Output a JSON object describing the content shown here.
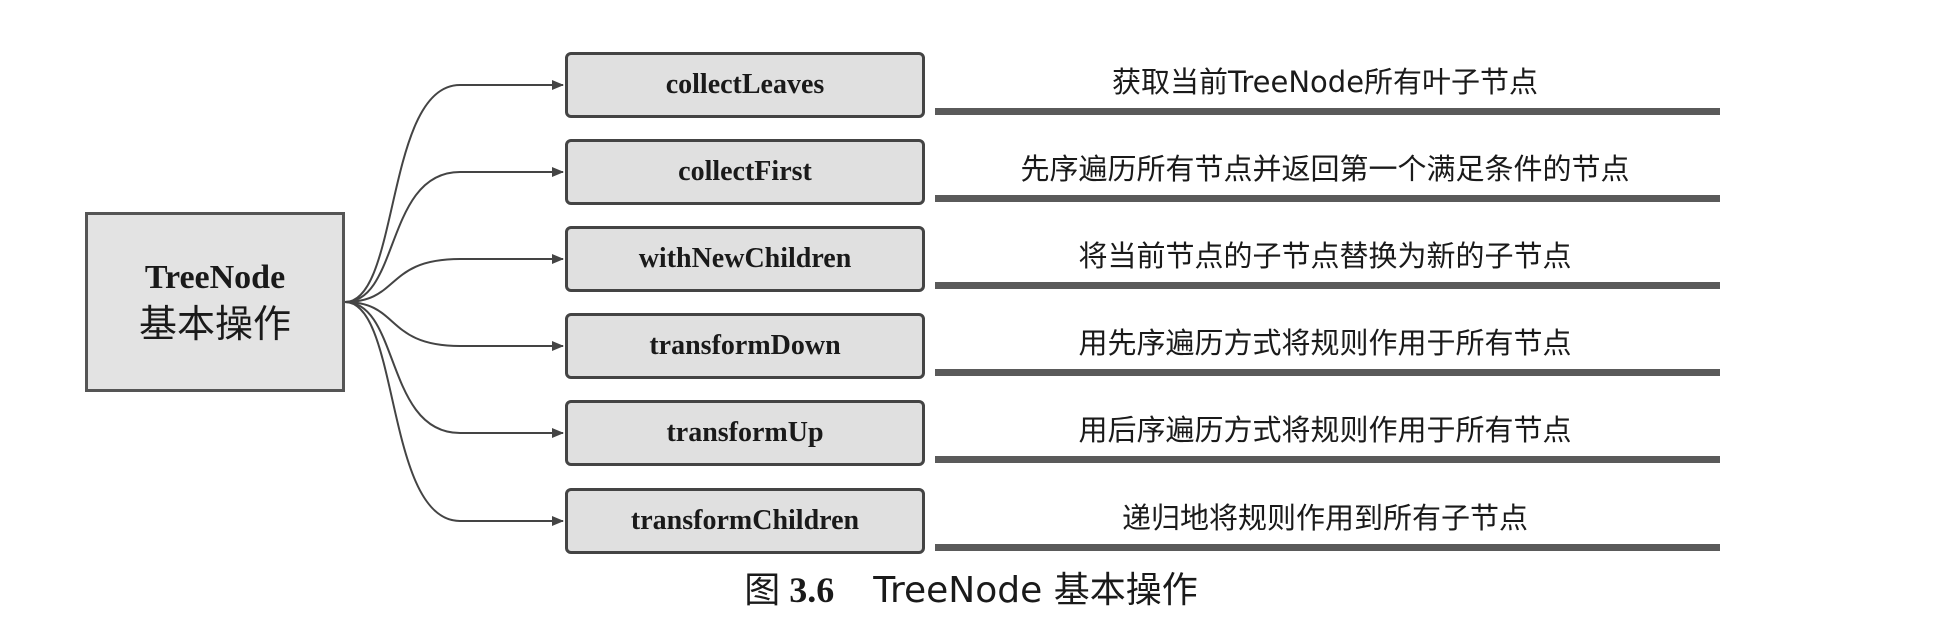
{
  "root": {
    "line1": "TreeNode",
    "line2": "基本操作"
  },
  "operations": [
    {
      "name": "collectLeaves",
      "description": "获取当前TreeNode所有叶子节点"
    },
    {
      "name": "collectFirst",
      "description": "先序遍历所有节点并返回第一个满足条件的节点"
    },
    {
      "name": "withNewChildren",
      "description": "将当前节点的子节点替换为新的子节点"
    },
    {
      "name": "transformDown",
      "description": "用先序遍历方式将规则作用于所有节点"
    },
    {
      "name": "transformUp",
      "description": "用后序遍历方式将规则作用于所有节点"
    },
    {
      "name": "transformChildren",
      "description": "递归地将规则作用到所有子节点"
    }
  ],
  "caption": {
    "label": "图",
    "number": "3.6",
    "text": "TreeNode 基本操作"
  }
}
